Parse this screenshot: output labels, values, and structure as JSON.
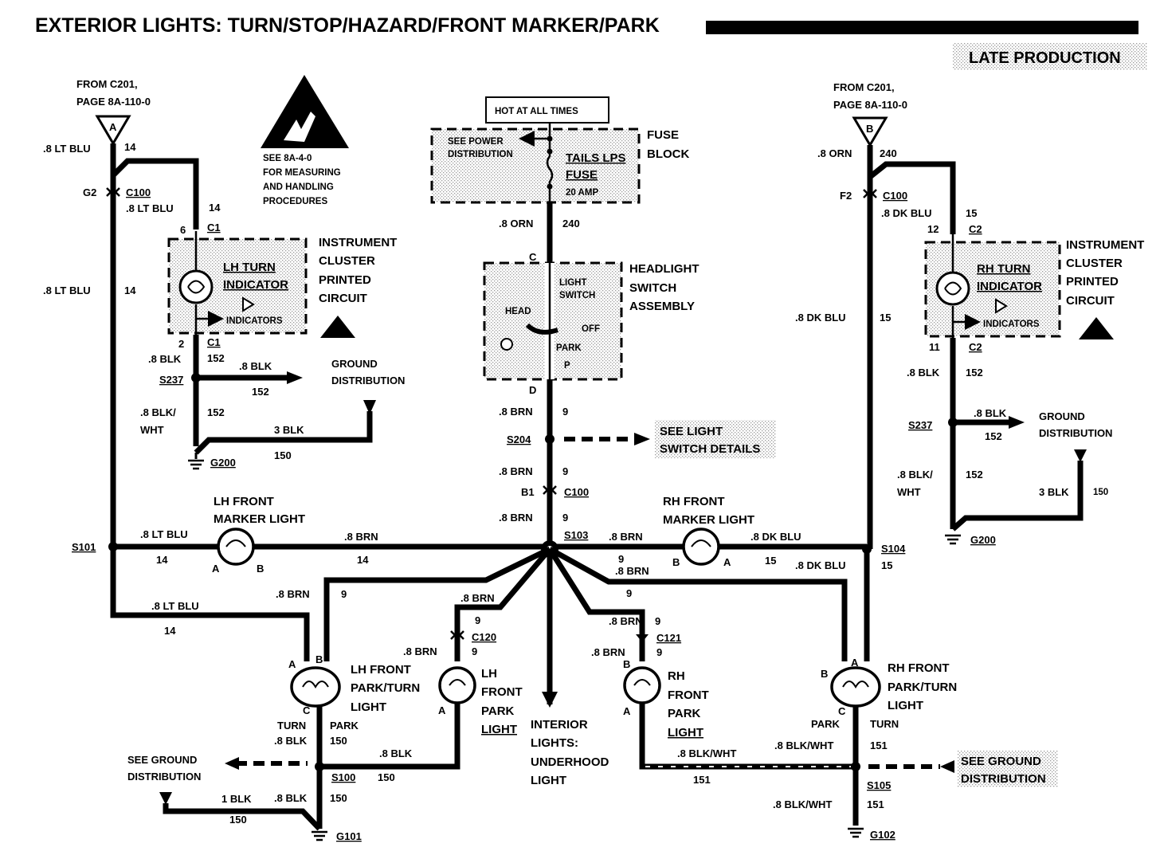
{
  "title": "EXTERIOR LIGHTS: TURN/STOP/HAZARD/FRONT MARKER/PARK",
  "badge": "LATE PRODUCTION",
  "esd_note": [
    "SEE 8A-4-0",
    "FOR MEASURING",
    "AND HANDLING",
    "PROCEDURES"
  ],
  "left_source": {
    "line1": "FROM C201,",
    "line2": "PAGE 8A-110-0",
    "connector": "A"
  },
  "right_source": {
    "line1": "FROM C201,",
    "line2": "PAGE 8A-110-0",
    "connector": "B"
  },
  "hot_at_all_times": "HOT AT ALL TIMES",
  "fuse_block": {
    "label1": "FUSE",
    "label2": "BLOCK",
    "see_power1": "SEE POWER",
    "see_power2": "DISTRIBUTION",
    "fuse_name1": "TAILS LPS",
    "fuse_name2": "FUSE",
    "amp": "20 AMP"
  },
  "headlight_switch": {
    "label": [
      "HEADLIGHT",
      "SWITCH",
      "ASSEMBLY"
    ],
    "inner1": "LIGHT",
    "inner2": "SWITCH",
    "head": "HEAD",
    "off": "OFF",
    "park": "PARK",
    "p": "P",
    "pin_c": "C",
    "pin_d": "D"
  },
  "see_light_switch": [
    "SEE LIGHT",
    "SWITCH DETAILS"
  ],
  "left_cluster": {
    "name": [
      "LH TURN",
      "INDICATOR"
    ],
    "indicators": "INDICATORS",
    "label": [
      "INSTRUMENT",
      "CLUSTER",
      "PRINTED",
      "CIRCUIT"
    ],
    "pin_top": "6",
    "pin_top_conn": "C1",
    "pin_bot": "2",
    "pin_bot_conn": "C1"
  },
  "right_cluster": {
    "name": [
      "RH TURN",
      "INDICATOR"
    ],
    "indicators": "INDICATORS",
    "label": [
      "INSTRUMENT",
      "CLUSTER",
      "PRINTED",
      "CIRCUIT"
    ],
    "pin_top": "12",
    "pin_top_conn": "C2",
    "pin_bot": "11",
    "pin_bot_conn": "C2"
  },
  "wires": {
    "lt_blu": ".8 LT BLU",
    "c14": "14",
    "orn": ".8 ORN",
    "c240": "240",
    "dk_blu": ".8 DK BLU",
    "c15": "15",
    "blk": ".8 BLK",
    "c152": "152",
    "blk_wht_1": ".8 BLK/",
    "blk_wht_2": "WHT",
    "blk3": "3 BLK",
    "c150": "150",
    "brn": ".8 BRN",
    "c9": "9",
    "blk_wht": ".8 BLK/WHT",
    "c151": "151",
    "blk1": "1 BLK"
  },
  "connectors": {
    "g2": "G2",
    "c100": "C100",
    "f2": "F2",
    "b1": "B1",
    "c120": "C120",
    "c121": "C121"
  },
  "splices": {
    "s237": "S237",
    "s204": "S204",
    "s101": "S101",
    "s103": "S103",
    "s104": "S104",
    "s100": "S100",
    "s105": "S105"
  },
  "grounds": {
    "g200": "G200",
    "g101": "G101",
    "g102": "G102"
  },
  "ground_distribution": [
    "GROUND",
    "DISTRIBUTION"
  ],
  "see_ground_distribution": [
    "SEE GROUND",
    "DISTRIBUTION"
  ],
  "lamps": {
    "lh_marker": [
      "LH FRONT",
      "MARKER LIGHT"
    ],
    "rh_marker": [
      "RH FRONT",
      "MARKER LIGHT"
    ],
    "lh_parkturn": [
      "LH FRONT",
      "PARK/TURN",
      "LIGHT"
    ],
    "rh_parkturn": [
      "RH FRONT",
      "PARK/TURN",
      "LIGHT"
    ],
    "lh_park": [
      "LH",
      "FRONT",
      "PARK",
      "LIGHT"
    ],
    "rh_park": [
      "RH",
      "FRONT",
      "PARK",
      "LIGHT"
    ],
    "turn": "TURN",
    "park": "PARK",
    "pin_a": "A",
    "pin_b": "B",
    "pin_c": "C"
  },
  "interior": [
    "INTERIOR",
    "LIGHTS:",
    "UNDERHOOD",
    "LIGHT"
  ]
}
